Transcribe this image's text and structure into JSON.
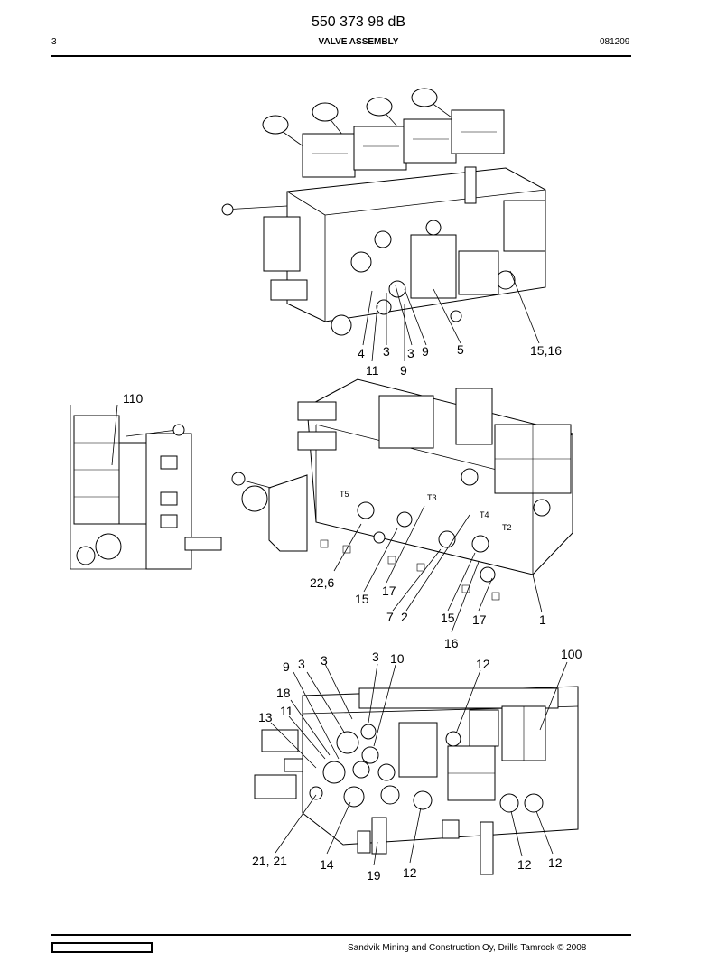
{
  "header": {
    "doc_number": "550 373 98 dB",
    "page": "3",
    "title": "VALVE ASSEMBLY",
    "date": "081209"
  },
  "footer": {
    "text": "Sandvik Mining and Construction Oy, Drills Tamrock © 2008"
  },
  "views": {
    "top": {
      "callouts": [
        "4",
        "3",
        "3",
        "9",
        "5",
        "15,16",
        "11",
        "9"
      ]
    },
    "middle": {
      "callouts": [
        "110",
        "22,6",
        "15",
        "17",
        "7",
        "2",
        "15",
        "17",
        "1",
        "16"
      ],
      "port_tags": [
        "T5",
        "T3",
        "T4",
        "T2"
      ]
    },
    "bottom": {
      "callouts": [
        "9",
        "3",
        "3",
        "3",
        "10",
        "12",
        "100",
        "18",
        "11",
        "13",
        "21, 21",
        "14",
        "19",
        "12",
        "12",
        "12"
      ]
    }
  }
}
